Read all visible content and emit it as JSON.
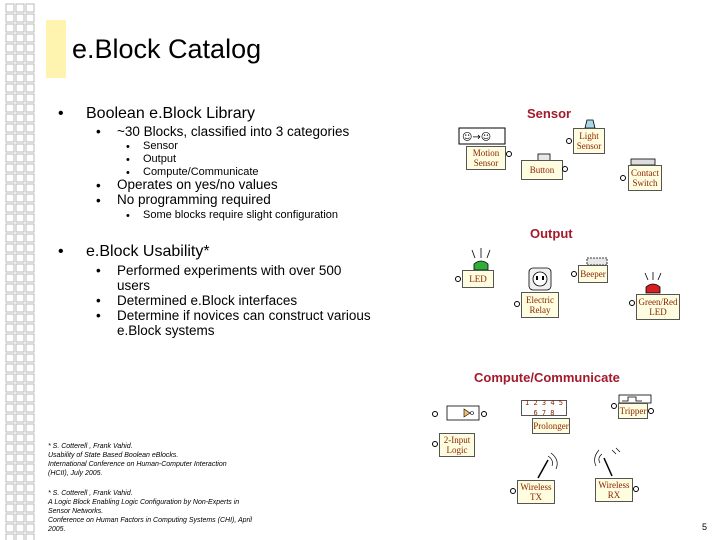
{
  "slide": {
    "title": "e.Block Catalog",
    "page_number": "5"
  },
  "bullets": {
    "l1a": "Boolean e.Block Library",
    "l2a": "~30 Blocks, classified into 3 categories",
    "l3a": "Sensor",
    "l3b": "Output",
    "l3c": "Compute/Communicate",
    "l2b": "Operates on yes/no values",
    "l2c": "No programming required",
    "l3d": "Some blocks require slight configuration",
    "l1b": "e.Block Usability*",
    "l2d_1": "Performed experiments with over 500",
    "l2d_2": "users",
    "l2e": "Determined e.Block interfaces",
    "l2f_1": "Determine if novices can construct various",
    "l2f_2": "e.Block systems"
  },
  "catalog": {
    "sensor_header": "Sensor",
    "output_header": "Output",
    "compute_header": "Compute/Communicate",
    "blocks": {
      "motion_sensor_1": "Motion",
      "motion_sensor_2": "Sensor",
      "light_sensor_1": "Light",
      "light_sensor_2": "Sensor",
      "button": "Button",
      "contact_switch_1": "Contact",
      "contact_switch_2": "Switch",
      "led": "LED",
      "beeper": "Beeper",
      "electric_relay_1": "Electric",
      "electric_relay_2": "Relay",
      "green_red_led_1": "Green/Red",
      "green_red_led_2": "LED",
      "tripper": "Tripper",
      "prolonger": "Prolonger",
      "two_input_logic_1": "2-Input",
      "two_input_logic_2": "Logic",
      "wireless_tx_1": "Wireless",
      "wireless_tx_2": "TX",
      "wireless_rx_1": "Wireless",
      "wireless_rx_2": "RX",
      "dip_switch_digits": "1 2 3 4 5 6 7 8"
    }
  },
  "footnotes": {
    "f1_1": "* S. Cotterell , Frank Vahid.",
    "f1_2": "Usability of State Based Boolean eBlocks.",
    "f1_3": "International Conference on Human-Computer Interaction",
    "f1_4": "(HCII), July 2005.",
    "f2_1": "* S. Cotterell , Frank Vahid.",
    "f2_2": "A Logic Block Enabling Logic Configuration by Non-Experts in",
    "f2_3": "Sensor Networks.",
    "f2_4": "Conference on Human Factors in Computing Systems (CHI), April",
    "f2_5": "2005."
  },
  "colors": {
    "header_red": "#a4192b",
    "block_fill": "#fffde0",
    "block_text": "#8a2500",
    "title_accent": "#fff3b0",
    "led_green": "#2fae3a",
    "led_red": "#d42020"
  }
}
